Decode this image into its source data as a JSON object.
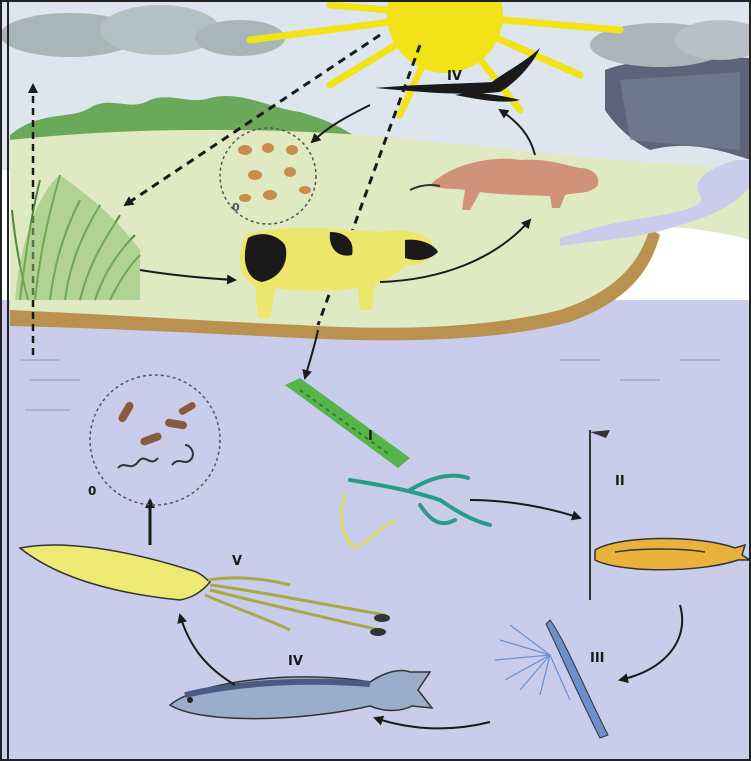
{
  "labels": {
    "i": "I",
    "ii": "II",
    "iii": "III",
    "iv_land": "IV",
    "iv_water": "IV",
    "v": "V",
    "o_water": "0",
    "o_land": "0"
  },
  "colors": {
    "sky": "#dde6ee",
    "land": "#dfe9c2",
    "water": "#c9ccea",
    "sun": "#f2e21a",
    "cow_body": "#ece66a",
    "cat": "#d0937a",
    "fish": "#9aaecb",
    "squid": "#ecea72",
    "phytoplankton": "#55b54a",
    "zooplankton": "#e8b23c",
    "arrows": "#1a1a1a"
  },
  "icons": [
    "sun-icon",
    "cloud-icon",
    "eagle-icon",
    "cat-icon",
    "cow-icon",
    "grass-icon",
    "fungi-icon",
    "bacteria-icon",
    "algae-icon",
    "copepod-icon",
    "larva-icon",
    "fish-icon",
    "squid-icon"
  ]
}
